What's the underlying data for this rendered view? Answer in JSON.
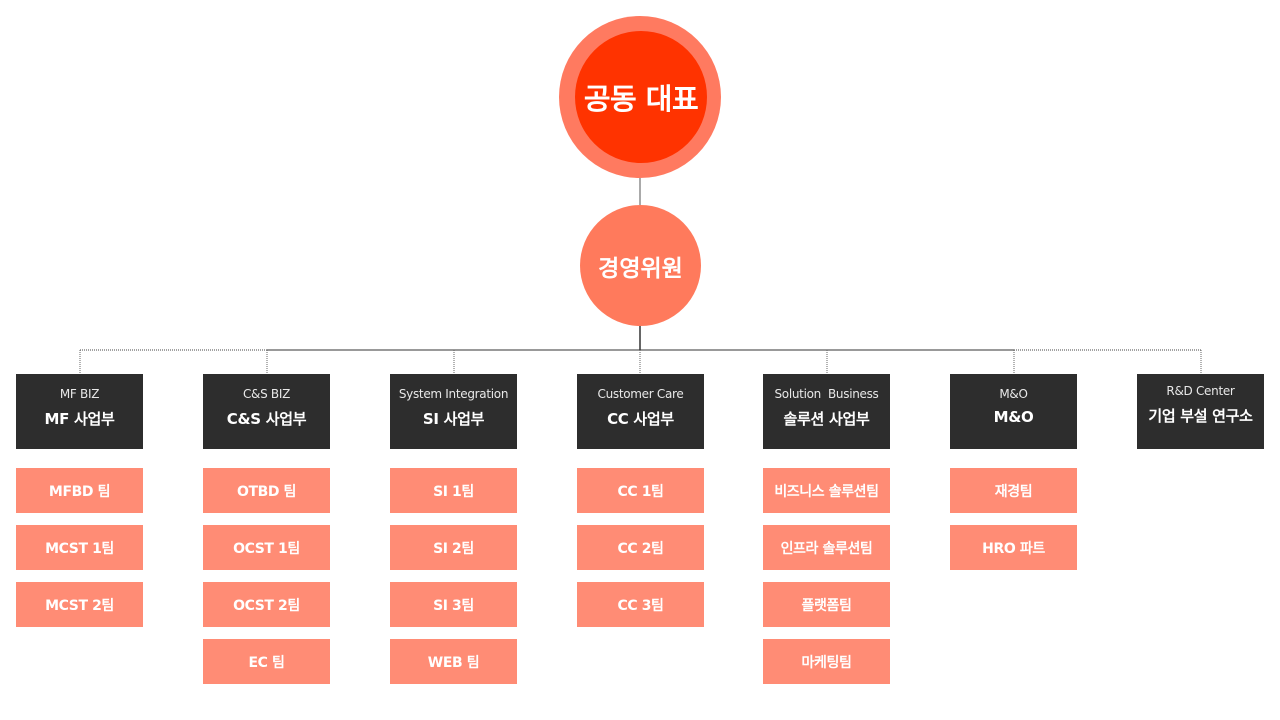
{
  "colors": {
    "ceo_outer": "#FF7A60",
    "ceo_inner": "#FF3300",
    "committee": "#FF7A5C",
    "department": "#2D2D2D",
    "team": "#FF8C75"
  },
  "ceo": {
    "label": "공동 대표"
  },
  "committee": {
    "label": "경영위원"
  },
  "departments": [
    {
      "subtitle": "MF BIZ",
      "name": "MF 사업부",
      "teams": [
        "MFBD 팀",
        "MCST 1팀",
        "MCST 2팀"
      ]
    },
    {
      "subtitle": "C&S BIZ",
      "name": "C&S 사업부",
      "teams": [
        "OTBD 팀",
        "OCST 1팀",
        "OCST 2팀",
        "EC 팀"
      ]
    },
    {
      "subtitle": "System Integration",
      "name": "SI 사업부",
      "teams": [
        "SI 1팀",
        "SI 2팀",
        "SI 3팀",
        "WEB 팀"
      ]
    },
    {
      "subtitle": "Customer Care",
      "name": "CC 사업부",
      "teams": [
        "CC 1팀",
        "CC 2팀",
        "CC 3팀"
      ]
    },
    {
      "subtitle": "Solution  Business",
      "name": "솔루션 사업부",
      "teams": [
        "비즈니스 솔루션팀",
        "인프라 솔루션팀",
        "플랫폼팀",
        "마케팅팀"
      ]
    },
    {
      "subtitle": "M&O",
      "name": "M&O",
      "teams": [
        "재경팀",
        "HRO 파트"
      ]
    },
    {
      "subtitle": "R&D Center",
      "name": "기업 부설 연구소",
      "teams": []
    }
  ]
}
